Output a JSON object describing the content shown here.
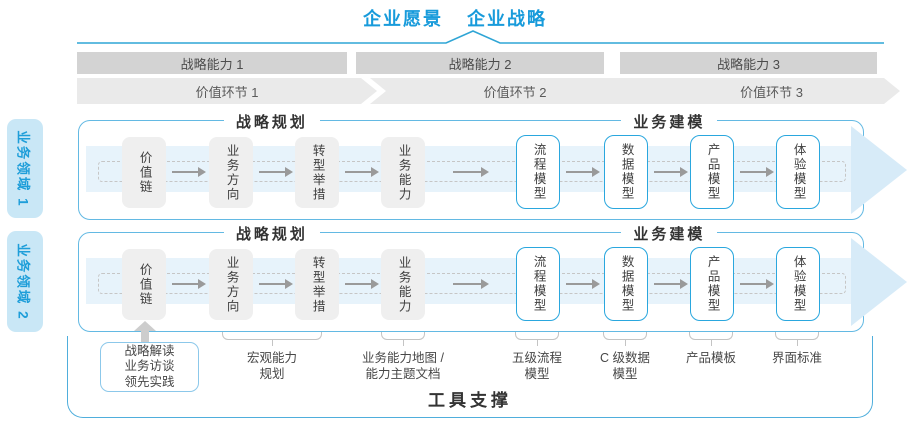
{
  "header": {
    "vision": "企业愿景",
    "strategy": "企业战略"
  },
  "capability_row": [
    "战略能力 1",
    "战略能力 2",
    "战略能力 3"
  ],
  "value_row": [
    "价值环节 1",
    "价值环节 2",
    "价值环节 3"
  ],
  "domains": [
    "业务领域 1",
    "业务领域 2"
  ],
  "panels": [
    {
      "planning_header": "战略规划",
      "modeling_header": "业务建模",
      "strategy_boxes": [
        "价值链",
        "业务方向",
        "转型举措",
        "业务能力"
      ],
      "modeling_boxes": [
        "流程模型",
        "数据模型",
        "产品模型",
        "体验模型"
      ]
    },
    {
      "planning_header": "战略规划",
      "modeling_header": "业务建模",
      "strategy_boxes": [
        "价值链",
        "业务方向",
        "转型举措",
        "业务能力"
      ],
      "modeling_boxes": [
        "流程模型",
        "数据模型",
        "产品模型",
        "体验模型"
      ]
    }
  ],
  "annotations": {
    "practice_box_lines": [
      "战略解读",
      "业务访谈",
      "领先实践"
    ],
    "labels": [
      {
        "line1": "宏观能力",
        "line2": "规划"
      },
      {
        "line1": "业务能力地图 /",
        "line2": "能力主题文档"
      },
      {
        "line1": "五级流程",
        "line2": "模型"
      },
      {
        "line1": "C 级数据",
        "line2": "模型"
      },
      {
        "line1": "产品模板",
        "line2": ""
      },
      {
        "line1": "界面标准",
        "line2": ""
      }
    ]
  },
  "footer": {
    "tool_support": "工具支撑"
  },
  "colors": {
    "accent_blue": "#189BDB",
    "panel_border": "#63B9E3",
    "box_border_blue": "#2AA7DE",
    "band_blue": "#E7F3FB",
    "bar_gray": "#D3D3D3",
    "chevron_gray": "#EAEAEA",
    "box_gray": "#EFEFEF"
  }
}
